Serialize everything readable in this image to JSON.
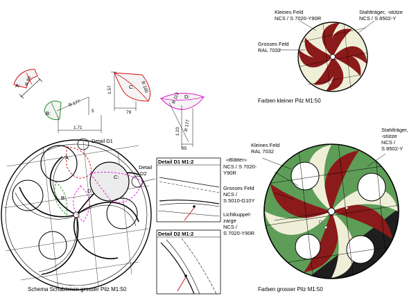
{
  "templates": {
    "a": {
      "label": "A:",
      "dim": "R 80"
    },
    "b": {
      "label": "B:",
      "dim_r": "R 177",
      "dim_small": "5",
      "dim_len": "1.71"
    },
    "c": {
      "label": "C:",
      "dim_h": "1.57",
      "dim_r": "R 100",
      "dim_w": "79"
    },
    "d": {
      "label": "D:",
      "dim_small": "R 113",
      "dim_h": "1.23",
      "dim_r": "R 177",
      "dim_w": "85"
    }
  },
  "schema": {
    "caption": "Schema Schablonen grosser Pilz M1:50",
    "detail_d1": "Detail D1",
    "detail_d2_line1": "Detail",
    "detail_d2_line2": "D2",
    "area_a": "A:",
    "area_b": "B:",
    "area_c": "C:",
    "area_d": "D:"
  },
  "detail_boxes": {
    "d1": {
      "title": "Detail D1 M1:2"
    },
    "d2": {
      "title": "Detail D2 M1:2"
    }
  },
  "small_pilz": {
    "caption": "Farben kleiner Pilz M1:50",
    "kleines_feld_1": "Kleines Feld",
    "kleines_feld_2": "NCS / S 7020-Y90R",
    "stahl_1": "Stahlträger, -stütze",
    "stahl_2": "NCS / S 8502-Y",
    "grosses_feld_1": "Grosses Feld",
    "grosses_feld_2": "RAL 7032"
  },
  "large_pilz": {
    "caption": "Farben grosser Pilz M1:50",
    "kleines_feld_1": "Kleines Feld",
    "kleines_feld_2": "RAL 7032",
    "blaetter_1": "«Blätter»",
    "blaetter_2": "NCS / S 7020-",
    "blaetter_3": "Y90R",
    "grosses_feld_1": "Grosses Feld",
    "grosses_feld_2": "NCS /",
    "grosses_feld_3": "S 5010-G10Y",
    "lichtkuppel_1": "Lichtkuppel-",
    "lichtkuppel_2": "zarge",
    "lichtkuppel_3": "NCS /",
    "lichtkuppel_4": "S 7020-Y90R",
    "stahl_1": "Stahlträger,",
    "stahl_2": "-stütze",
    "stahl_3": "NCS /",
    "stahl_4": "S 8502-Y"
  },
  "colors": {
    "maroon": "#8b1a1a",
    "cream": "#efefd8",
    "green": "#5e9d57",
    "dark": "#1e1e1e",
    "red_line": "#d01010",
    "green_line": "#1f8a1f",
    "magenta_line": "#e010d0"
  }
}
